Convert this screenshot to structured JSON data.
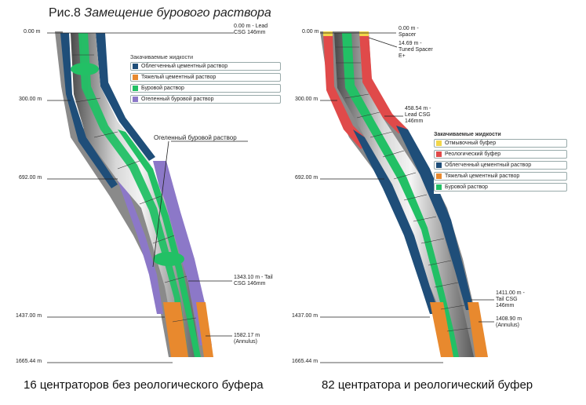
{
  "title": {
    "number": "Рис.8",
    "text": "Замещение бурового раствора"
  },
  "colors": {
    "lead": "#1f4e79",
    "tail": "#e8892e",
    "mud": "#22c065",
    "gel": "#8c78c8",
    "spacer": "#f2d64a",
    "rheo": "#e04a4a"
  },
  "left": {
    "caption": "16 центраторов без реологического буфера",
    "depths": [
      "0.00 m",
      "300.00 m",
      "692.00 m",
      "1437.00 m",
      "1665.44 m"
    ],
    "callouts": [
      {
        "lines": [
          "0.00 m - Lead",
          "CSG 146mm"
        ]
      },
      {
        "lines": [
          "1343.10 m - Tail",
          "CSG 146mm"
        ]
      },
      {
        "lines": [
          "1582.17 m",
          "(Annulus)"
        ]
      }
    ],
    "gel_label": "Огеленный буровой раствор",
    "legend": {
      "title": "Закачиваемые жидкости",
      "items": [
        {
          "label": "Облегченный цементный раствор",
          "color": "#1f4e79"
        },
        {
          "label": "Тяжелый цементный раствор",
          "color": "#e8892e"
        },
        {
          "label": "Буровой раствор",
          "color": "#22c065"
        },
        {
          "label": "Огеленный буровой раствор",
          "color": "#8c78c8"
        }
      ]
    }
  },
  "right": {
    "caption": "82 центратора и реологический буфер",
    "depths": [
      "0.00 m",
      "300.00 m",
      "692.00 m",
      "1437.00 m",
      "1665.44 m"
    ],
    "callouts": [
      {
        "lines": [
          "0.00 m -",
          "Spacer"
        ]
      },
      {
        "lines": [
          "14.69 m -",
          "Tuned Spacer",
          "E+"
        ]
      },
      {
        "lines": [
          "458.54 m -",
          "Lead CSG",
          "146mm"
        ]
      },
      {
        "lines": [
          "1411.00 m -",
          "Tail CSG",
          "146mm"
        ]
      },
      {
        "lines": [
          "1408.90 m",
          "(Annulus)"
        ]
      }
    ],
    "legend": {
      "title": "Закачиваемые жидкости",
      "items": [
        {
          "label": "Отмывочный буфер",
          "color": "#f2d64a"
        },
        {
          "label": "Реологический буфер",
          "color": "#e04a4a"
        },
        {
          "label": "Облегченный цементный раствор",
          "color": "#1f4e79"
        },
        {
          "label": "Тяжелый цементный раствор",
          "color": "#e8892e"
        },
        {
          "label": "Буровой раствор",
          "color": "#22c065"
        }
      ]
    }
  }
}
